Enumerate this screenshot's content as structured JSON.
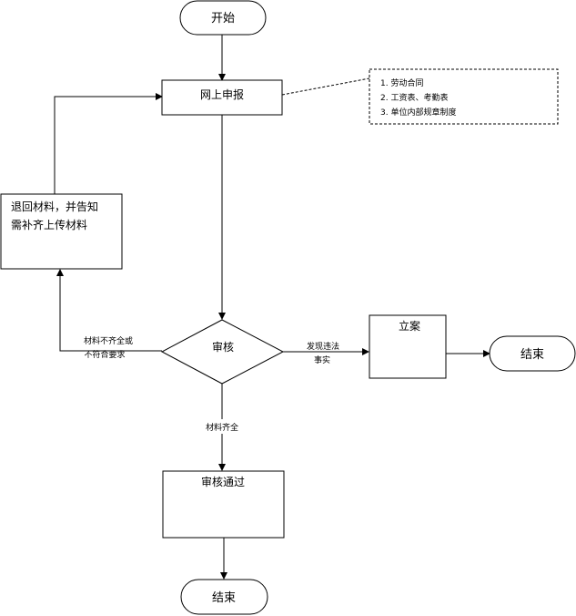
{
  "diagram": {
    "nodes": {
      "start": "开始",
      "online_report": "网上申报",
      "return_line1": "退回材料，并告知",
      "return_line2": "需补齐上传材料",
      "review": "审核",
      "case": "立案",
      "end_right": "结束",
      "approved": "审核通过",
      "end_bottom": "结束"
    },
    "note": {
      "items": [
        "1. 劳动合同",
        "2. 工资表、考勤表",
        "3. 单位内部规章制度"
      ]
    },
    "edge_labels": {
      "incomplete_line1": "材料不齐全或",
      "incomplete_line2": "不符合要求",
      "violation_line1": "发现违法",
      "violation_line2": "事实",
      "complete": "材料齐全"
    }
  }
}
